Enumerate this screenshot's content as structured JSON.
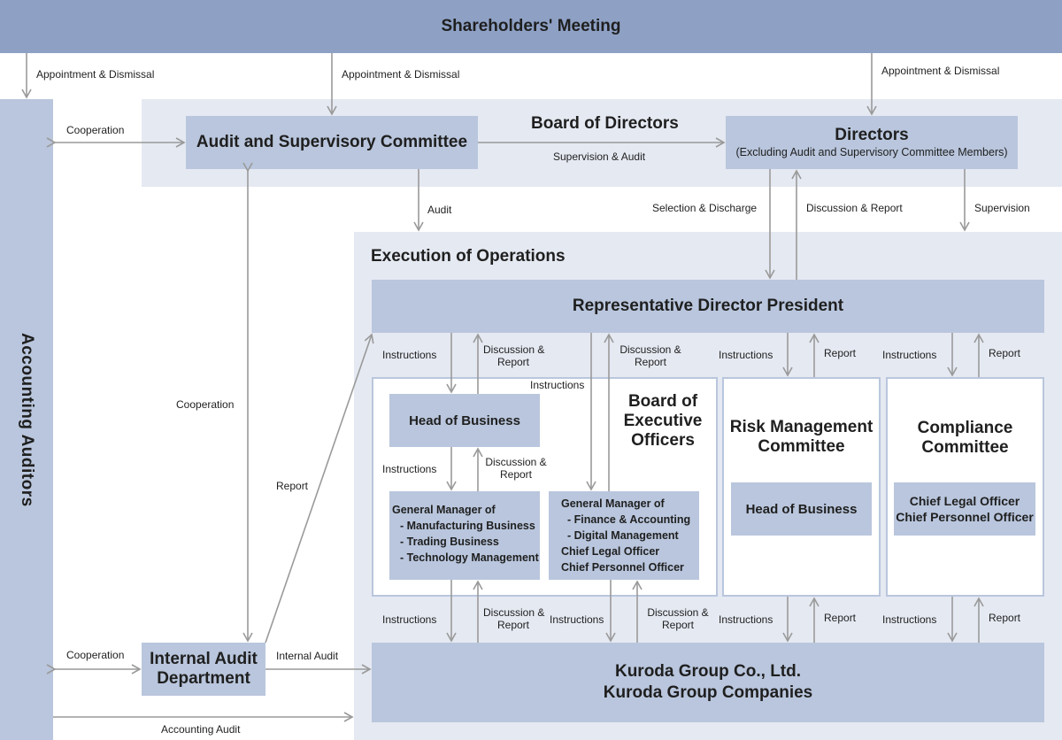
{
  "nodes": {
    "shareholders": "Shareholders' Meeting",
    "accounting_auditors": "Accounting Auditors",
    "board_of_directors": "Board of Directors",
    "audit_committee": "Audit and Supervisory Committee",
    "directors_title": "Directors",
    "directors_sub": "(Excluding Audit and Supervisory Committee Members)",
    "execution": "Execution of Operations",
    "rep_president": "Representative Director President",
    "head_business": "Head of Business",
    "board_exec_lines": [
      "Board of",
      "Executive",
      "Officers"
    ],
    "gm_left_lines": [
      "General Manager of",
      "- Manufacturing Business",
      "- Trading Business",
      "- Technology Management"
    ],
    "gm_right_lines": [
      "General Manager of",
      "- Finance & Accounting",
      "- Digital Management",
      "Chief Legal Officer",
      "Chief Personnel Officer"
    ],
    "risk_lines": [
      "Risk Management",
      "Committee"
    ],
    "risk_head": "Head of Business",
    "compliance_lines": [
      "Compliance",
      "Committee"
    ],
    "compliance_inner_lines": [
      "Chief Legal Officer",
      "Chief Personnel Officer"
    ],
    "internal_audit_lines": [
      "Internal Audit",
      "Department"
    ],
    "kuroda_lines": [
      "Kuroda Group Co., Ltd.",
      "Kuroda Group Companies"
    ]
  },
  "labels": {
    "appointment_dismissal": "Appointment & Dismissal",
    "cooperation": "Cooperation",
    "supervision_audit": "Supervision & Audit",
    "audit": "Audit",
    "selection_discharge": "Selection & Discharge",
    "discussion_report": "Discussion & Report",
    "discussion_amp": "Discussion &",
    "report": "Report",
    "supervision": "Supervision",
    "instructions": "Instructions",
    "internal_audit": "Internal Audit",
    "accounting_audit": "Accounting Audit"
  },
  "colors": {
    "top_bar": "#8ea1c5",
    "light_bg": "#e5e9f2",
    "box": "#b9c6dd",
    "arrow": "#9a9a9a"
  }
}
